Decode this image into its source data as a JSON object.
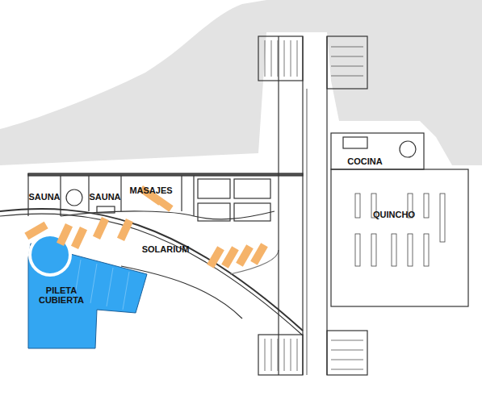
{
  "diagram": {
    "nodes": [
      {
        "text": [
          "SAUNA"
        ]
      },
      {
        "text": [
          "SAUNA"
        ]
      },
      {
        "text": [
          "MASAJES"
        ]
      },
      {
        "text": [
          "SOLARIUM"
        ]
      },
      {
        "text": [
          "PILETA CUBIERTA"
        ]
      },
      {
        "text": [
          "COCINA"
        ]
      },
      {
        "text": [
          "QUINCHO"
        ]
      }
    ]
  }
}
